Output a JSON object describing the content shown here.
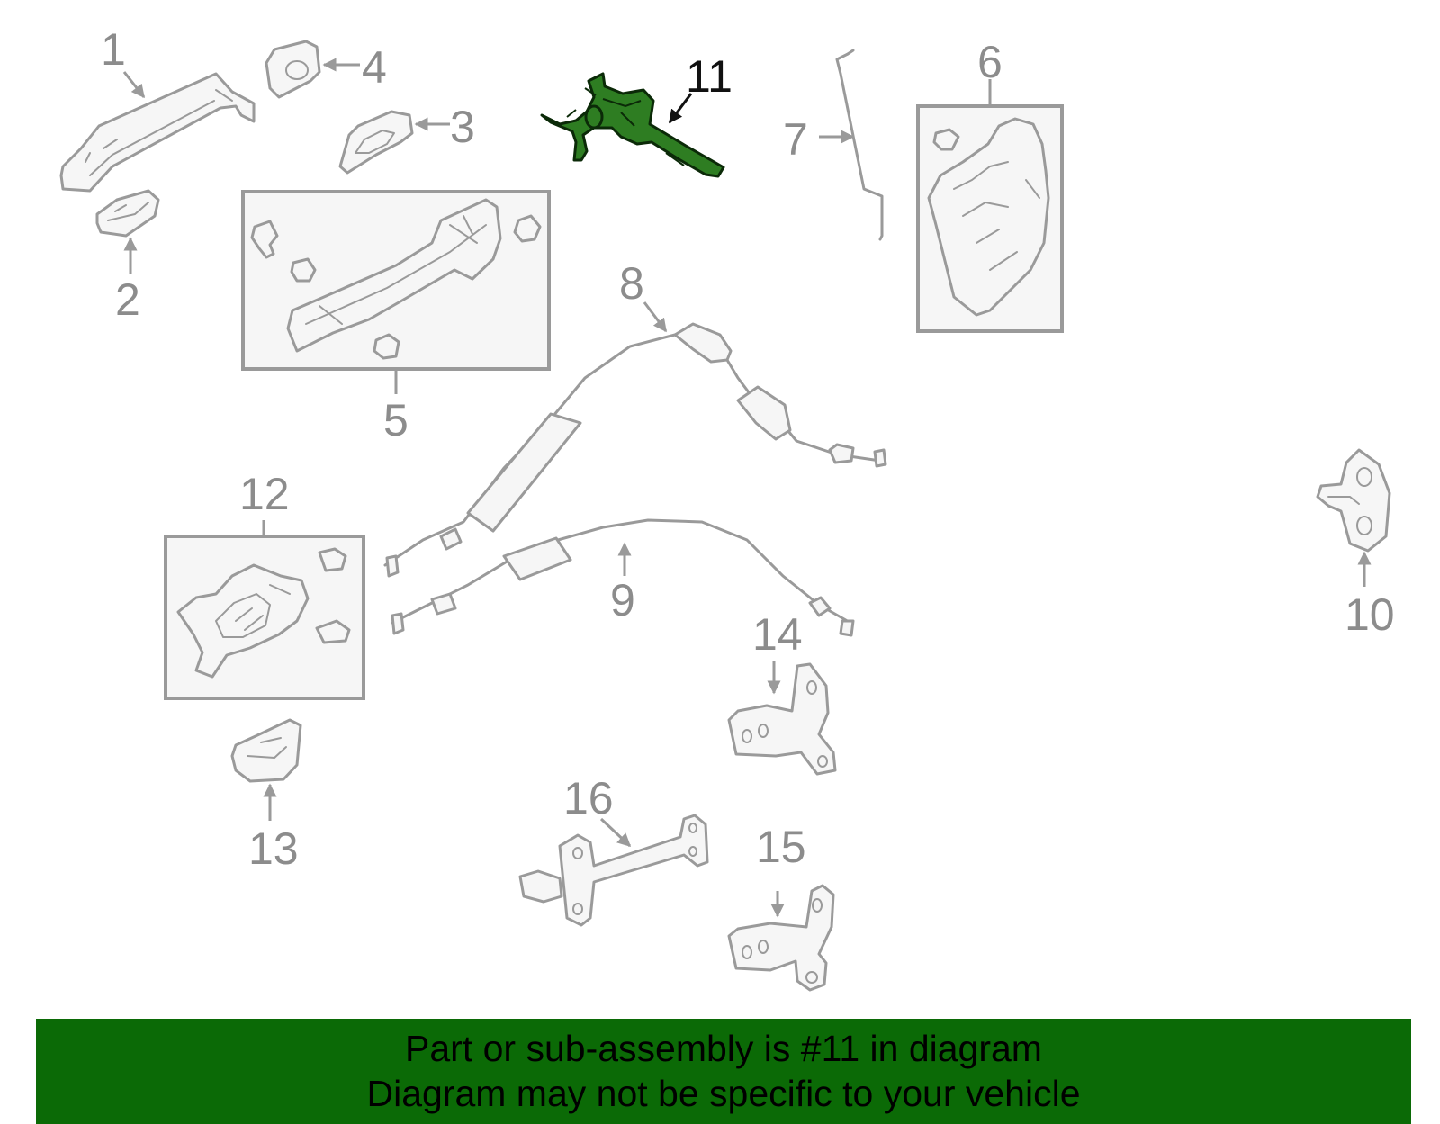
{
  "diagram": {
    "highlight_color": "#2e7d22",
    "callouts": {
      "c1": "1",
      "c2": "2",
      "c3": "3",
      "c4": "4",
      "c5": "5",
      "c6": "6",
      "c7": "7",
      "c8": "8",
      "c9": "9",
      "c10": "10",
      "c11": "11",
      "c12": "12",
      "c13": "13",
      "c14": "14",
      "c15": "15",
      "c16": "16"
    },
    "highlighted_part": "11"
  },
  "banner": {
    "line1": "Part or sub-assembly is #11 in diagram",
    "line2": "Diagram may not be specific to your vehicle",
    "background": "#0b6a06"
  }
}
